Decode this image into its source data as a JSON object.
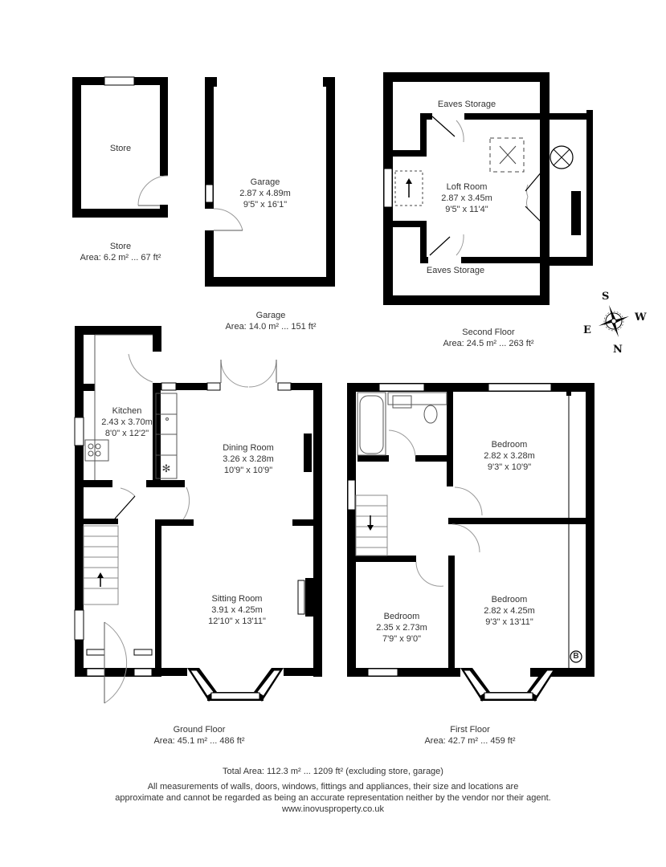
{
  "plans": {
    "store": {
      "room": {
        "name": "Store"
      },
      "caption": {
        "title": "Store",
        "area": "Area: 6.2 m² ... 67 ft²"
      }
    },
    "garage": {
      "room": {
        "name": "Garage",
        "metric": "2.87 x 4.89m",
        "imperial": "9'5\" x 16'1\""
      },
      "caption": {
        "title": "Garage",
        "area": "Area: 14.0 m² ... 151 ft²"
      }
    },
    "second_floor": {
      "rooms": [
        {
          "name": "Eaves Storage"
        },
        {
          "name": "Loft Room",
          "metric": "2.87 x 3.45m",
          "imperial": "9'5\" x 11'4\""
        },
        {
          "name": "Eaves Storage"
        }
      ],
      "caption": {
        "title": "Second Floor",
        "area": "Area: 24.5 m² ... 263 ft²"
      }
    },
    "ground_floor": {
      "rooms": [
        {
          "name": "Kitchen",
          "metric": "2.43 x 3.70m",
          "imperial": "8'0\" x 12'2\""
        },
        {
          "name": "Dining Room",
          "metric": "3.26 x 3.28m",
          "imperial": "10'9\" x 10'9\""
        },
        {
          "name": "Sitting Room",
          "metric": "3.91 x 4.25m",
          "imperial": "12'10\" x 13'11\""
        }
      ],
      "caption": {
        "title": "Ground Floor",
        "area": "Area: 45.1 m² ... 486 ft²"
      }
    },
    "first_floor": {
      "rooms": [
        {
          "name": "Bedroom",
          "metric": "2.82 x 3.28m",
          "imperial": "9'3\" x 10'9\""
        },
        {
          "name": "Bedroom",
          "metric": "2.35 x 2.73m",
          "imperial": "7'9\" x 9'0\""
        },
        {
          "name": "Bedroom",
          "metric": "2.82 x 4.25m",
          "imperial": "9'3\" x 13'11\""
        }
      ],
      "boiler_label": "B",
      "caption": {
        "title": "First Floor",
        "area": "Area: 42.7 m² ... 459 ft²"
      }
    }
  },
  "compass": {
    "north": "N",
    "south": "S",
    "east": "E",
    "west": "W"
  },
  "footer": {
    "total": "Total Area: 112.3 m² ... 1209 ft² (excluding store, garage)",
    "disclaimer_1": "All measurements of walls, doors, windows, fittings and appliances, their size and locations are",
    "disclaimer_2": "approximate and cannot be regarded as being an accurate representation neither by the vendor nor their agent.",
    "website": "www.inovusproperty.co.uk"
  },
  "colors": {
    "wall": "#000000",
    "text": "#333333",
    "fixture": "#555555",
    "door_arc": "#999999"
  }
}
